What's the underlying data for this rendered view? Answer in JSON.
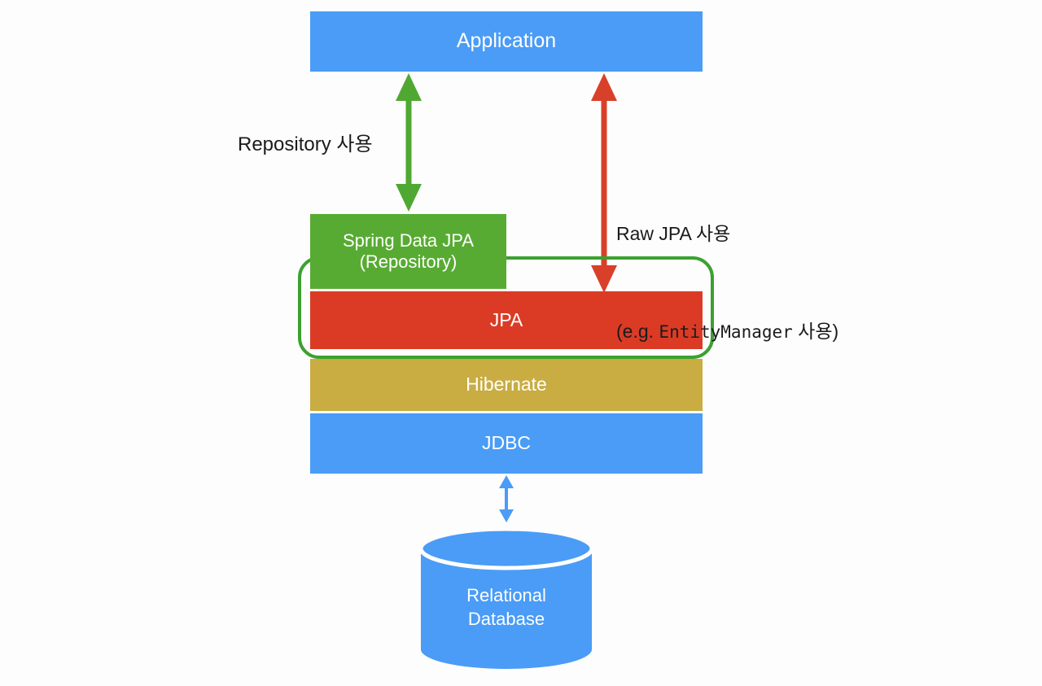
{
  "diagram": {
    "title": "JPA / Spring Data JPA persistence stack",
    "background_color": "#fdfdfd"
  },
  "layers": {
    "application": {
      "label": "Application",
      "color": "#4a9cf6"
    },
    "spring_data_jpa": {
      "label": "Spring Data JPA\n(Repository)",
      "color": "#58ab32"
    },
    "jpa": {
      "label": "JPA",
      "color": "#db3b25"
    },
    "hibernate": {
      "label": "Hibernate",
      "color": "#c9ac42"
    },
    "jdbc": {
      "label": "JDBC",
      "color": "#4a9cf6"
    },
    "database": {
      "label": "Relational\nDatabase",
      "color": "#4a9cf6"
    }
  },
  "grouping": {
    "jpa_group_outline_color": "#3ba12f"
  },
  "connections": {
    "repository_arrow": {
      "label": "Repository 사용",
      "color": "#4fa832",
      "direction": "bidirectional",
      "from": "Application",
      "to": "Spring Data JPA (Repository)"
    },
    "raw_jpa_arrow": {
      "label_line1": "Raw JPA 사용",
      "label_line2_prefix": "(e.g. ",
      "label_line2_code": "EntityManager",
      "label_line2_suffix": " 사용)",
      "color": "#d8402a",
      "direction": "bidirectional",
      "from": "Application",
      "to": "JPA"
    },
    "jdbc_db_arrow": {
      "color": "#4a9cf6",
      "direction": "bidirectional",
      "from": "JDBC",
      "to": "Relational Database"
    }
  }
}
